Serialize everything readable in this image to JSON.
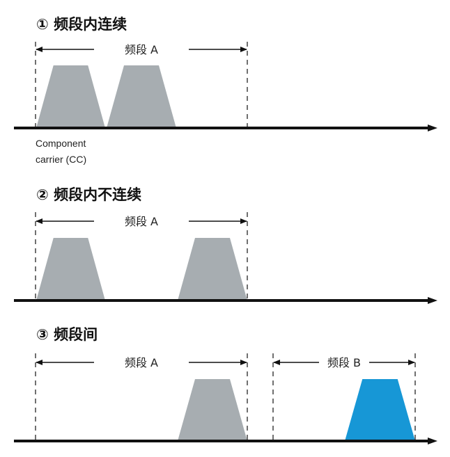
{
  "sections": [
    {
      "title": "① 频段内连续",
      "bands": [
        {
          "label": "频段 A"
        }
      ],
      "carriers": [
        "gray",
        "gray"
      ]
    },
    {
      "title": "② 频段内不连续",
      "bands": [
        {
          "label": "频段 A"
        }
      ],
      "carriers": [
        "gray",
        "gray"
      ]
    },
    {
      "title": "③ 频段间",
      "bands": [
        {
          "label": "频段 A"
        },
        {
          "label": "频段 B"
        }
      ],
      "carriers": [
        "gray",
        "blue"
      ]
    }
  ],
  "cc_label": [
    "Component",
    "carrier (CC)"
  ],
  "colors": {
    "gray": "#a7adb1",
    "blue": "#1797d6",
    "axis": "#111111"
  }
}
